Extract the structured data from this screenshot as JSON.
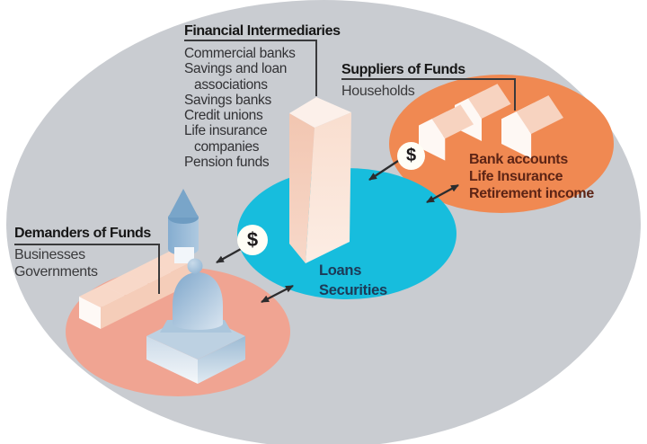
{
  "financial_intermediaries": {
    "title": "Financial Intermediaries",
    "items": [
      "Commercial banks",
      "Savings and loan",
      "associations",
      "Savings banks",
      "Credit unions",
      "Life insurance",
      "companies",
      "Pension funds"
    ]
  },
  "suppliers": {
    "title": "Suppliers of Funds",
    "group": "Households",
    "benefits": [
      "Bank accounts",
      "Life Insurance",
      "Retirement income"
    ]
  },
  "demanders": {
    "title": "Demanders of Funds",
    "groups": [
      "Businesses",
      "Governments"
    ]
  },
  "market": {
    "instruments": [
      "Loans",
      "Securities"
    ]
  },
  "flows": {
    "dollar": "$"
  },
  "colors": {
    "outer_ellipse": "#C9CCD1",
    "suppliers_ellipse": "#F08952",
    "demanders_ellipse": "#F0A492",
    "market_ellipse": "#17BDDD",
    "connector_line": "#3A3A3C",
    "arrow": "#2C2C2E",
    "benefits_text": "#5D2415",
    "market_text": "#1D3A57"
  }
}
